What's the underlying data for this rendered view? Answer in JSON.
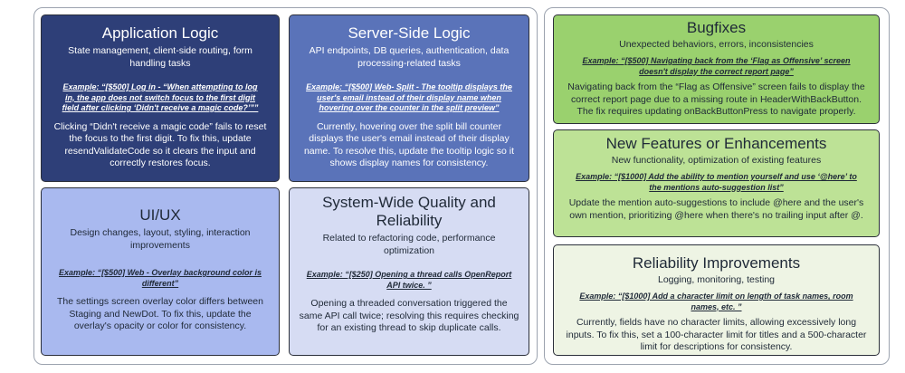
{
  "colors": {
    "app_logic_bg": "#2e3f78",
    "server_logic_bg": "#5a73b9",
    "uiux_bg": "#a9b9ef",
    "quality_bg": "#d6dcf3",
    "bugfixes_bg": "#9ad16e",
    "features_bg": "#bde296",
    "reliability_bg": "#eef4e4"
  },
  "left": {
    "app_logic": {
      "title": "Application Logic",
      "subtitle": "State management, client-side routing, form handling tasks",
      "example": "Example: “[$500] Log in - “When attempting to log in, the app does not switch focus to the first digit field after clicking ‘Didn't receive a magic code?’””",
      "description": "Clicking “Didn't receive a magic code” fails to reset the focus to the first digit. To fix this, update resendValidateCode so it clears the input and correctly restores focus."
    },
    "server_logic": {
      "title": "Server-Side Logic",
      "subtitle": "API endpoints, DB queries, authentication, data processing-related tasks",
      "example": "Example: “[$500] Web- Split - The tooltip displays the user's email instead of their display name when hovering over the counter in the split preview”",
      "description": "Currently, hovering over the split bill counter displays the user's email instead of their display name. To resolve this, update the tooltip logic so it shows display names for consistency."
    },
    "uiux": {
      "title": "UI/UX",
      "subtitle": "Design changes, layout, styling, interaction improvements",
      "example": "Example: “[$500] Web - Overlay background color is different”",
      "description": "The settings screen overlay color differs between Staging and NewDot. To fix this, update the overlay's opacity or color for consistency."
    },
    "quality": {
      "title": "System-Wide Quality and Reliability",
      "subtitle": "Related to refactoring code, performance optimization",
      "example": "Example: “[$250] Opening a thread calls OpenReport API twice. ”",
      "description": "Opening a threaded conversation triggered the same API call twice; resolving this requires checking for an existing thread to skip duplicate calls."
    }
  },
  "right": {
    "bugfixes": {
      "title": "Bugfixes",
      "subtitle": "Unexpected behaviors, errors, inconsistencies",
      "example": "Example: “[$500] Navigating back from the ‘Flag as Offensive’ screen doesn't display the correct report page”",
      "description": "Navigating back from the “Flag as Offensive” screen fails to display the correct report page due to a missing route in HeaderWithBackButton. The fix requires updating onBackButtonPress to navigate properly."
    },
    "features": {
      "title": "New Features or Enhancements",
      "subtitle": "New functionality, optimization of existing features",
      "example": "Example: “[$1000] Add the ability to mention yourself and use ‘@here’ to the mentions auto-suggestion list”",
      "description": "Update the mention auto-suggestions to include @here and the user's own mention, prioritizing @here when there's no trailing input after @."
    },
    "reliability": {
      "title": "Reliability Improvements",
      "subtitle": "Logging, monitoring, testing",
      "example": "Example: “[$1000] Add a character limit on length of task names, room names, etc. ”",
      "description": "Currently, fields have no character limits, allowing excessively long inputs. To fix this, set a 100-character limit for titles and a 500-character limit for descriptions for consistency."
    }
  }
}
